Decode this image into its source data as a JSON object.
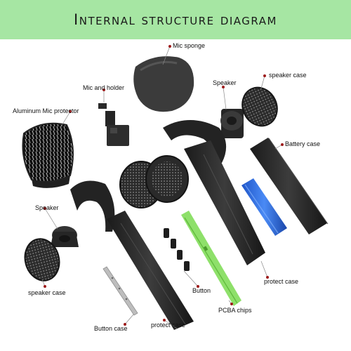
{
  "title": "Internal structure diagram",
  "colors": {
    "banner": "#a6e6a3",
    "leader_dot": "#9e1b1b",
    "pcba": "#8ee06a",
    "battery": "#2f6fe0",
    "part": "#2a2a2a"
  },
  "labels": {
    "mic_sponge": "Mic sponge",
    "mic_holder": "Mic and holder",
    "aluminum_protector": "Aluminum Mic protector",
    "speaker_top": "Speaker",
    "speaker_case_top": "speaker case",
    "battery_case": "Battery case",
    "speaker_left": "Speaker",
    "speaker_case_left": "speaker case",
    "button": "Button",
    "protect_case_right": "protect case",
    "pcba_chips": "PCBA chips",
    "button_case": "Button case",
    "protect_case_bottom": "protect case"
  }
}
